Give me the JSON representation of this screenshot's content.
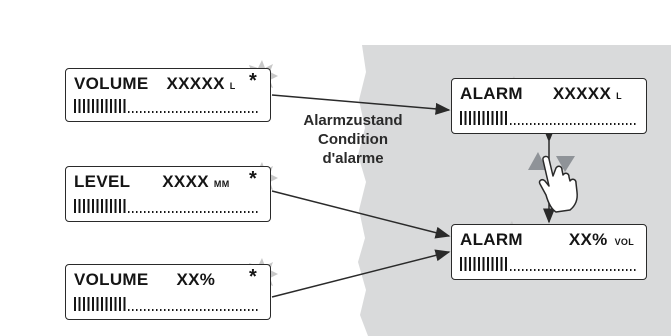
{
  "displays_left": [
    {
      "label": "VOLUME",
      "value": "XXXXX",
      "unit": "L",
      "star": "*"
    },
    {
      "label": "LEVEL",
      "value": "XXXX",
      "unit": "MM",
      "star": "*"
    },
    {
      "label": "VOLUME",
      "value": "XX%",
      "unit": "",
      "star": "*"
    }
  ],
  "displays_right": [
    {
      "label": "ALARM",
      "value": "XXXXX",
      "unit": "L"
    },
    {
      "label": "ALARM",
      "value": "XX%",
      "unit": "VOL"
    }
  ],
  "caption": [
    "Alarmzustand",
    "Condition",
    "d'alarme"
  ],
  "colors": {
    "panel": "#d9dadb",
    "stroke": "#2a2a2a",
    "flash": "#c8c8c8"
  },
  "icons": [
    "hand-press-icon",
    "arrow-up-icon",
    "arrow-down-icon",
    "flash-burst-icon"
  ]
}
